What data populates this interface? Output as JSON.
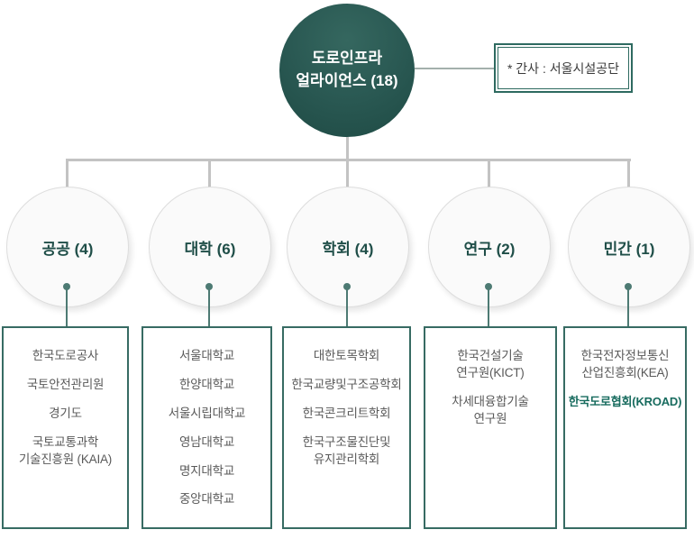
{
  "root": {
    "label": "도로인프라\n얼라이언스 (18)"
  },
  "note": {
    "label": "* 간사 : 서울시설공단"
  },
  "groups": [
    {
      "label": "공공 (4)",
      "members": [
        "한국도로공사",
        "국토안전관리원",
        "경기도",
        "국토교통과학\n기술진흥원 (KAIA)"
      ]
    },
    {
      "label": "대학 (6)",
      "members": [
        "서울대학교",
        "한양대학교",
        "서울시립대학교",
        "영남대학교",
        "명지대학교",
        "중앙대학교"
      ]
    },
    {
      "label": "학회 (4)",
      "members": [
        "대한토목학회",
        "한국교량및구조공학회",
        "한국콘크리트학회",
        "한국구조물진단및\n유지관리학회"
      ]
    },
    {
      "label": "연구 (2)",
      "members": [
        "한국건설기술\n연구원(KICT)",
        "차세대융합기술\n연구원"
      ]
    },
    {
      "label": "민간 (1)",
      "members": [
        "한국전자정보통신\n산업진흥회(KEA)",
        "한국도로협회(KROAD)"
      ]
    }
  ],
  "colors": {
    "root_fill": "#2a5953",
    "accent_teal": "#2e6a60",
    "box_border": "#376b63",
    "connector_gray": "#c3c3c3",
    "dot_teal": "#4d7a73",
    "member_text": "#595959",
    "highlight_text": "#176b5e"
  }
}
